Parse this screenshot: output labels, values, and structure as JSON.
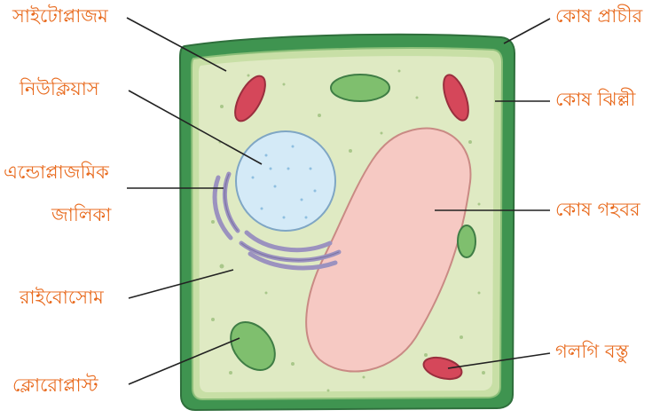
{
  "labels": {
    "cytoplasm": "সাইটোপ্লাজম",
    "nucleus": "নিউক্লিয়াস",
    "er_line1": "এন্ডোপ্লাজমিক",
    "er_line2": "জালিকা",
    "ribosome": "রাইবোসোম",
    "chloroplast": "ক্লোরোপ্লাস্ট",
    "cell_wall": "কোষ প্রাচীর",
    "cell_membrane": "কোষ ঝিল্লী",
    "vacuole": "কোষ গহবর",
    "golgi": "গলগি বস্তু"
  },
  "colors": {
    "label_text": "#e8691c",
    "cell_wall": "#3f9450",
    "cell_membrane_fill": "#dfeac3",
    "cytoplasm_dots": "#a9c78a",
    "nucleus": "#d4eaf7",
    "nucleolus_dots": "#8fbfe0",
    "vacuole": "#f6c9c3",
    "chloroplast": "#7fbf6e",
    "mitochondria_red": "#d5475a",
    "er_purple": "#9b92bf",
    "leader_line": "#222222"
  }
}
